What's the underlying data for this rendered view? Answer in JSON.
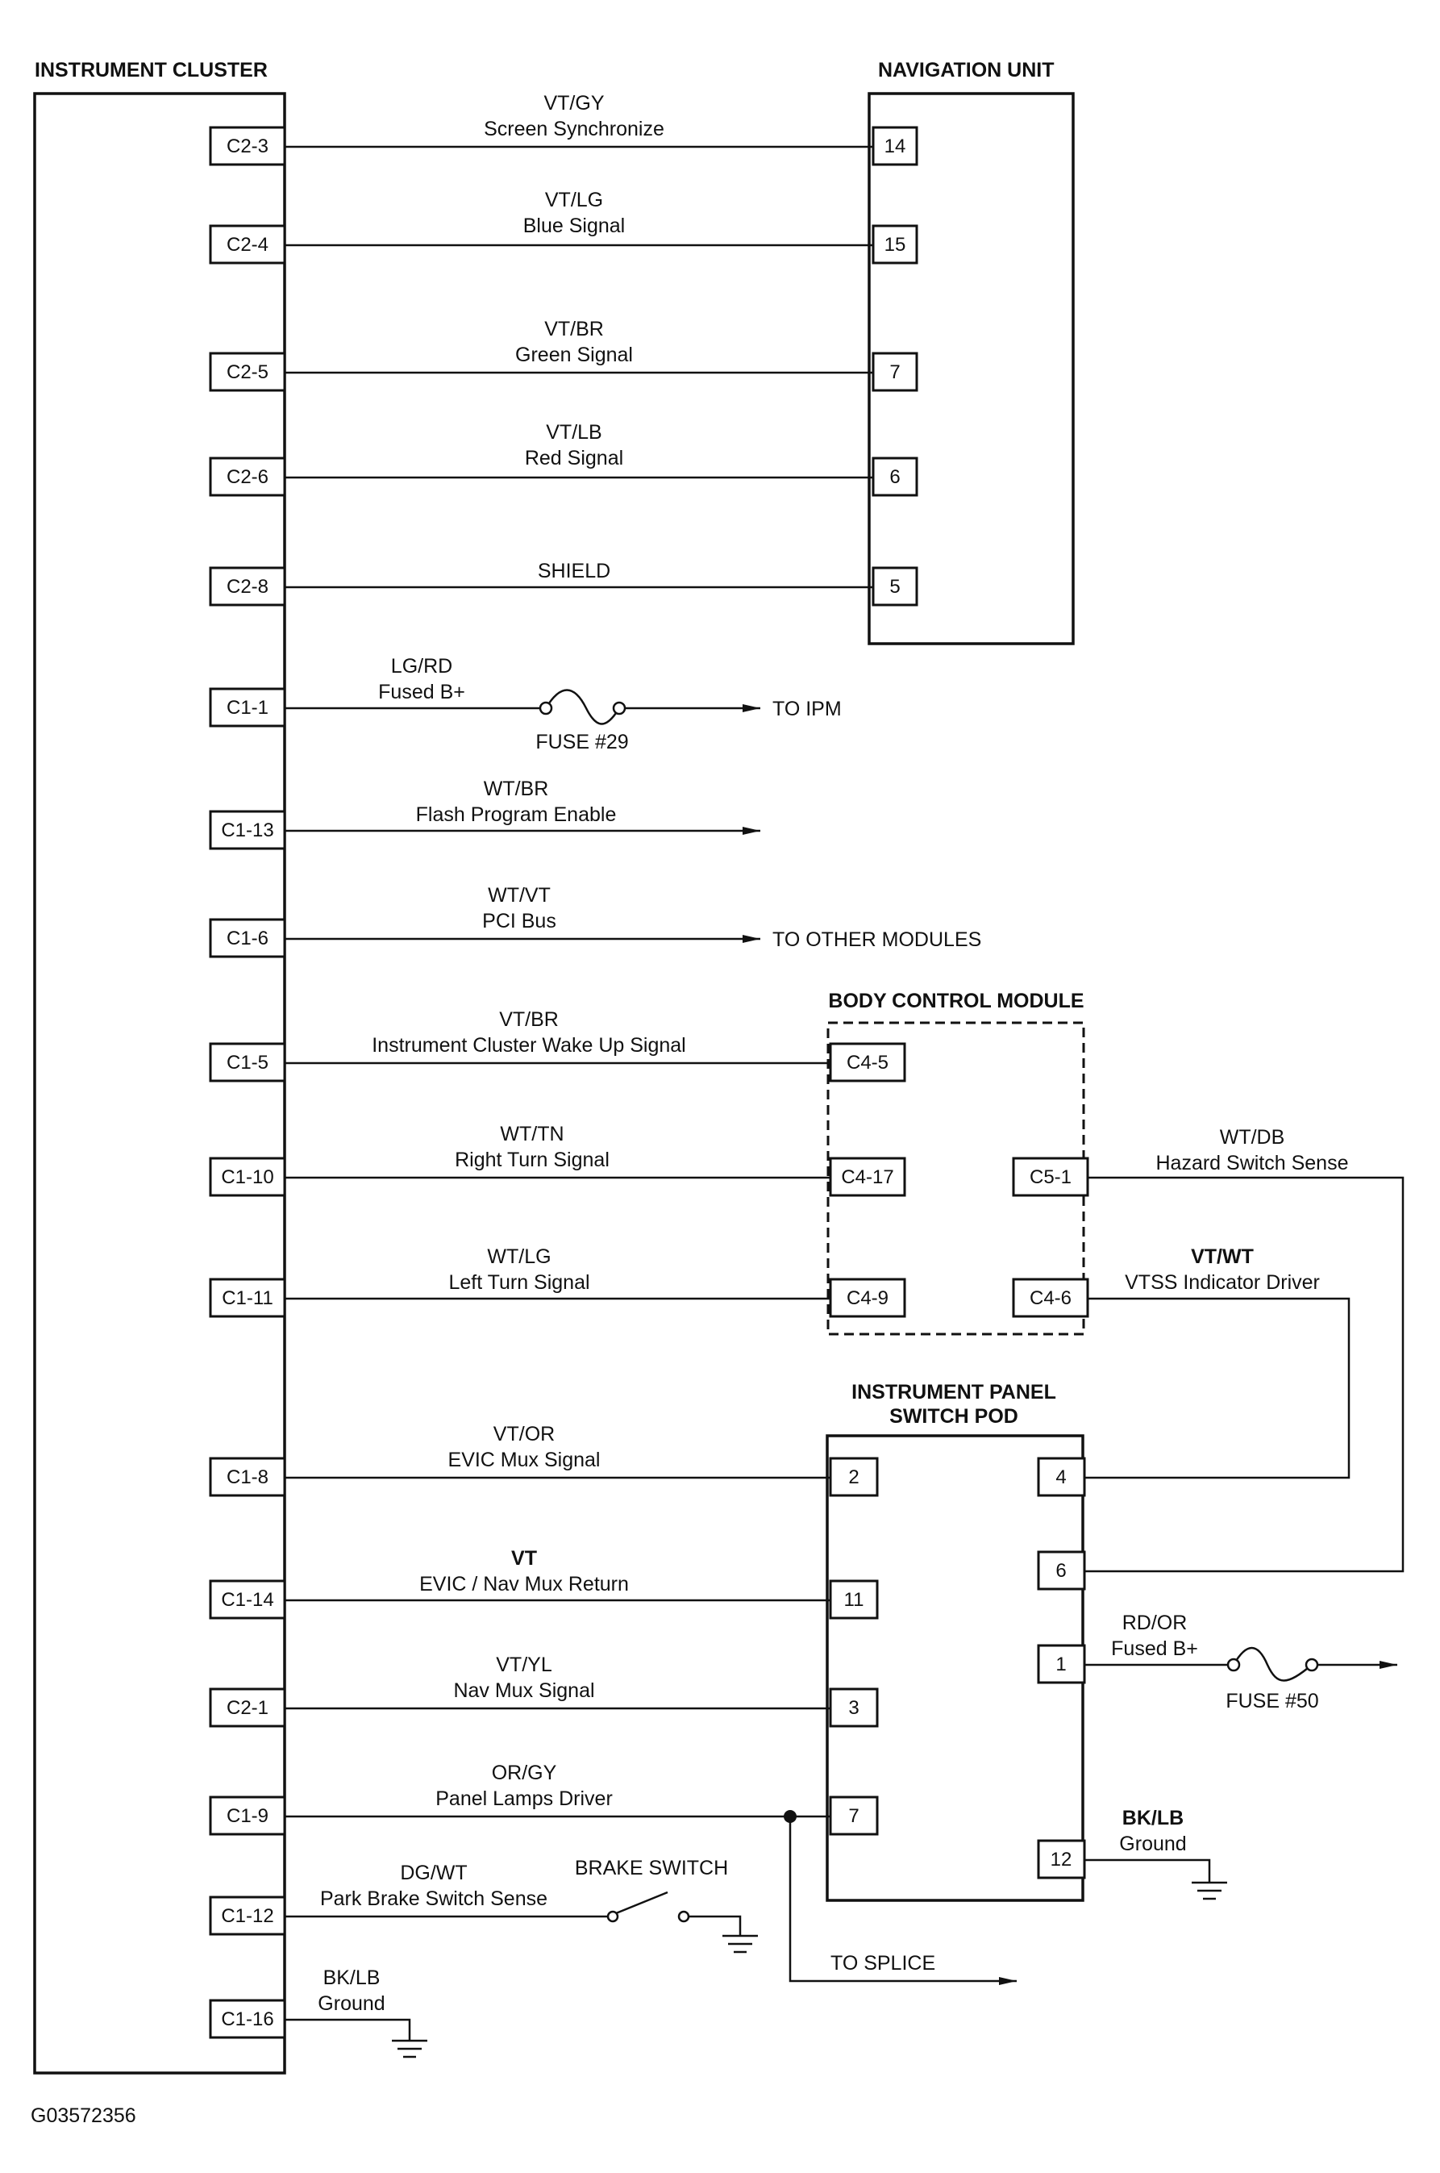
{
  "components": {
    "instrument_cluster": "INSTRUMENT CLUSTER",
    "navigation_unit": "NAVIGATION UNIT",
    "body_control_module": "BODY CONTROL MODULE",
    "switch_pod_line1": "INSTRUMENT PANEL",
    "switch_pod_line2": "SWITCH POD",
    "brake_switch": "BRAKE SWITCH"
  },
  "circuits": {
    "screen_sync": {
      "pin_cluster": "C2-3",
      "color": "VT/GY",
      "desc": "Screen Synchronize",
      "pin_target": "14"
    },
    "blue_signal": {
      "pin_cluster": "C2-4",
      "color": "VT/LG",
      "desc": "Blue Signal",
      "pin_target": "15"
    },
    "green_signal": {
      "pin_cluster": "C2-5",
      "color": "VT/BR",
      "desc": "Green Signal",
      "pin_target": "7"
    },
    "red_signal": {
      "pin_cluster": "C2-6",
      "color": "VT/LB",
      "desc": "Red Signal",
      "pin_target": "6"
    },
    "shield": {
      "pin_cluster": "C2-8",
      "color": "",
      "desc": "SHIELD",
      "pin_target": "5"
    },
    "fused_b_ipm": {
      "pin_cluster": "C1-1",
      "color": "LG/RD",
      "desc": "Fused B+",
      "fuse": "FUSE #29",
      "dest": "TO IPM"
    },
    "flash_program": {
      "pin_cluster": "C1-13",
      "color": "WT/BR",
      "desc": "Flash Program Enable"
    },
    "pci_bus": {
      "pin_cluster": "C1-6",
      "color": "WT/VT",
      "desc": "PCI Bus",
      "dest": "TO OTHER MODULES"
    },
    "wake_up": {
      "pin_cluster": "C1-5",
      "color": "VT/BR",
      "desc": "Instrument Cluster Wake Up Signal",
      "pin_target": "C4-5"
    },
    "right_turn": {
      "pin_cluster": "C1-10",
      "color": "WT/TN",
      "desc": "Right Turn Signal",
      "pin_target": "C4-17"
    },
    "left_turn": {
      "pin_cluster": "C1-11",
      "color": "WT/LG",
      "desc": "Left Turn Signal",
      "pin_target": "C4-9"
    },
    "hazard_sense": {
      "pin_bcm": "C5-1",
      "color": "WT/DB",
      "desc": "Hazard Switch Sense",
      "pin_target": "6"
    },
    "vtss": {
      "pin_bcm": "C4-6",
      "color": "VT/WT",
      "desc": "VTSS Indicator Driver",
      "pin_target": "4"
    },
    "evic_mux": {
      "pin_cluster": "C1-8",
      "color": "VT/OR",
      "desc": "EVIC Mux Signal",
      "pin_target": "2"
    },
    "evic_return": {
      "pin_cluster": "C1-14",
      "color": "VT",
      "desc": "EVIC / Nav Mux Return",
      "pin_target": "11"
    },
    "nav_mux": {
      "pin_cluster": "C2-1",
      "color": "VT/YL",
      "desc": "Nav Mux Signal",
      "pin_target": "3"
    },
    "panel_lamps": {
      "pin_cluster": "C1-9",
      "color": "OR/GY",
      "desc": "Panel Lamps Driver",
      "pin_target": "7",
      "dest": "TO SPLICE"
    },
    "pod_fused_b": {
      "pin_pod": "1",
      "color": "RD/OR",
      "desc": "Fused B+",
      "fuse": "FUSE #50"
    },
    "pod_ground": {
      "pin_pod": "12",
      "color": "BK/LB",
      "desc": "Ground"
    },
    "park_brake": {
      "pin_cluster": "C1-12",
      "color": "DG/WT",
      "desc": "Park Brake Switch Sense"
    },
    "cluster_ground": {
      "pin_cluster": "C1-16",
      "color": "BK/LB",
      "desc": "Ground"
    }
  },
  "figure_id": "G03572356"
}
